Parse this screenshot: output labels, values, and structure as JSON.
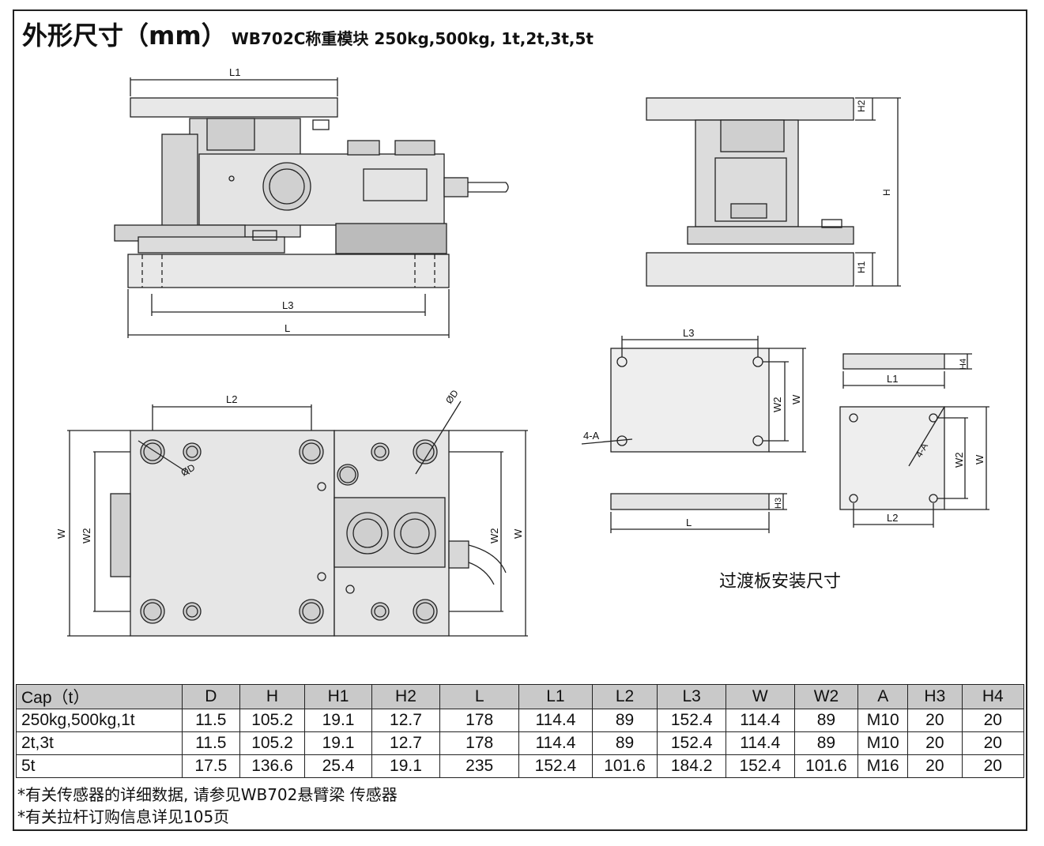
{
  "title": {
    "main": "外形尺寸（mm）",
    "product": "WB702C称重模块 250kg,500kg, 1t,2t,3t,5t"
  },
  "labels": {
    "l1": "L1",
    "l3": "L3",
    "l": "L",
    "l2": "L2",
    "h": "H",
    "h1": "H1",
    "h2": "H2",
    "h3": "H3",
    "h4": "H4",
    "w": "W",
    "w2": "W2",
    "od": "ØD",
    "four_a": "4-A"
  },
  "caption": "过渡板安装尺寸",
  "table": {
    "headers": [
      "Cap（t）",
      "D",
      "H",
      "H1",
      "H2",
      "L",
      "L1",
      "L2",
      "L3",
      "W",
      "W2",
      "A",
      "H3",
      "H4"
    ],
    "rows": [
      [
        "250kg,500kg,1t",
        "11.5",
        "105.2",
        "19.1",
        "12.7",
        "178",
        "114.4",
        "89",
        "152.4",
        "114.4",
        "89",
        "M10",
        "20",
        "20"
      ],
      [
        "2t,3t",
        "11.5",
        "105.2",
        "19.1",
        "12.7",
        "178",
        "114.4",
        "89",
        "152.4",
        "114.4",
        "89",
        "M10",
        "20",
        "20"
      ],
      [
        "5t",
        "17.5",
        "136.6",
        "25.4",
        "19.1",
        "235",
        "152.4",
        "101.6",
        "184.2",
        "152.4",
        "101.6",
        "M16",
        "20",
        "20"
      ]
    ]
  },
  "notes": [
    "*有关传感器的详细数据, 请参见WB702悬臂梁 传感器",
    "*有关拉杆订购信息详见105页"
  ]
}
